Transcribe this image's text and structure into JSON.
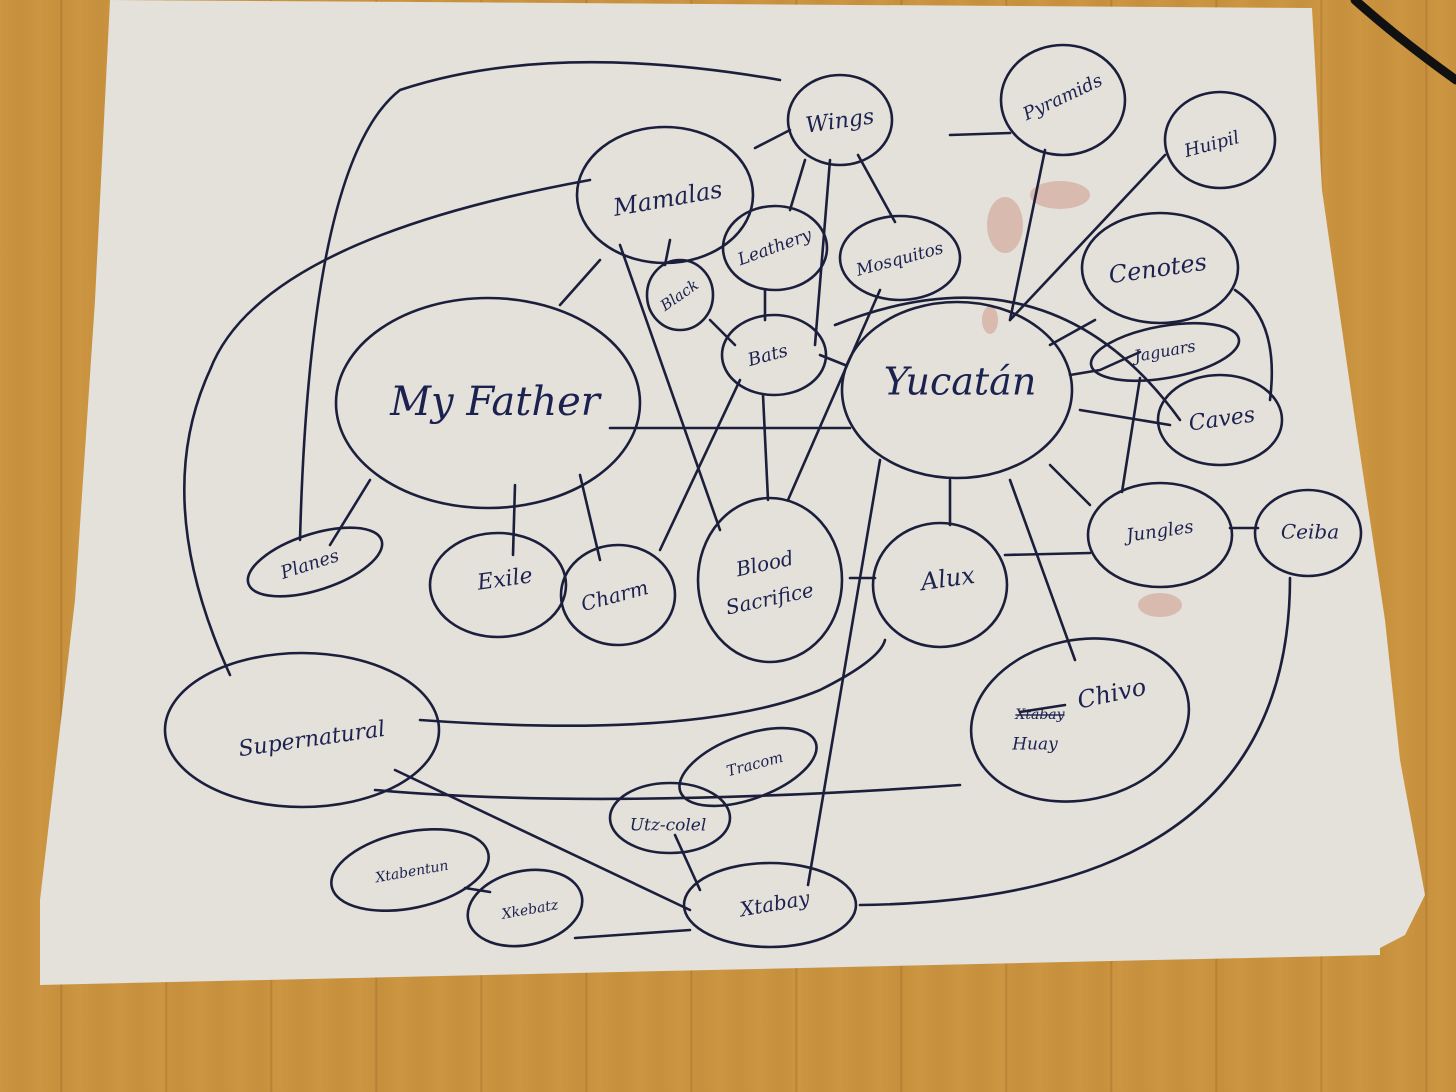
{
  "scene": {
    "description": "Hand-drawn mind map on paper lying on a wooden table",
    "colors": {
      "table": "#c8923e",
      "paper": "#e4e0da",
      "ink": "#1b1f3b",
      "stain": "#c98b78"
    }
  },
  "nodes": {
    "my_father": {
      "label": "My Father"
    },
    "yucatan": {
      "label": "Yucatán"
    },
    "mamalas": {
      "label": "Mamalas"
    },
    "wings": {
      "label": "Wings"
    },
    "leathery": {
      "label": "Leathery"
    },
    "mosquitos": {
      "label": "Mosquitos"
    },
    "black": {
      "label": "Black"
    },
    "bats": {
      "label": "Bats"
    },
    "pyramids": {
      "label": "Pyramids"
    },
    "huipil": {
      "label": "Huipil"
    },
    "cenotes": {
      "label": "Cenotes"
    },
    "jaguars": {
      "label": "Jaguars"
    },
    "caves": {
      "label": "Caves"
    },
    "jungles": {
      "label": "Jungles"
    },
    "ceiba": {
      "label": "Ceiba"
    },
    "alux": {
      "label": "Alux"
    },
    "blood_sacrifice": {
      "label_line1": "Blood",
      "label_line2": "Sacrifice"
    },
    "charm": {
      "label": "Charm"
    },
    "exile": {
      "label": "Exile"
    },
    "planes": {
      "label": "Planes"
    },
    "supernatural": {
      "label": "Supernatural"
    },
    "huay_chivo": {
      "label_struck": "Xtabay",
      "label_line1": "Huay",
      "label_line2": "Chivo"
    },
    "tracom": {
      "label": "Tracom"
    },
    "utz_colel": {
      "label": "Utz-colel"
    },
    "xtabentun": {
      "label": "Xtabentun"
    },
    "xkebatz": {
      "label": "Xkebatz"
    },
    "xtabay": {
      "label": "Xtabay"
    }
  },
  "edges": [
    [
      "my_father",
      "yucatan"
    ],
    [
      "my_father",
      "mamalas"
    ],
    [
      "my_father",
      "planes"
    ],
    [
      "my_father",
      "exile"
    ],
    [
      "my_father",
      "charm"
    ],
    [
      "mamalas",
      "wings"
    ],
    [
      "mamalas",
      "black"
    ],
    [
      "mamalas",
      "blood_sacrifice"
    ],
    [
      "wings",
      "leathery"
    ],
    [
      "wings",
      "mosquitos"
    ],
    [
      "wings",
      "bats"
    ],
    [
      "wings",
      "planes"
    ],
    [
      "leathery",
      "bats"
    ],
    [
      "black",
      "bats"
    ],
    [
      "bats",
      "yucatan"
    ],
    [
      "bats",
      "charm"
    ],
    [
      "bats",
      "blood_sacrifice"
    ],
    [
      "mosquitos",
      "blood_sacrifice"
    ],
    [
      "yucatan",
      "pyramids"
    ],
    [
      "yucatan",
      "huipil"
    ],
    [
      "yucatan",
      "cenotes"
    ],
    [
      "yucatan",
      "jaguars"
    ],
    [
      "yucatan",
      "caves"
    ],
    [
      "yucatan",
      "jungles"
    ],
    [
      "yucatan",
      "alux"
    ],
    [
      "yucatan",
      "huay_chivo"
    ],
    [
      "yucatan",
      "xtabay"
    ],
    [
      "cenotes",
      "caves"
    ],
    [
      "jaguars",
      "jungles"
    ],
    [
      "jungles",
      "ceiba"
    ],
    [
      "jungles",
      "alux"
    ],
    [
      "alux",
      "blood_sacrifice"
    ],
    [
      "alux",
      "supernatural"
    ],
    [
      "supernatural",
      "mamalas"
    ],
    [
      "supernatural",
      "huay_chivo"
    ],
    [
      "supernatural",
      "xtabay"
    ],
    [
      "utz_colel",
      "tracom"
    ],
    [
      "utz_colel",
      "xtabay"
    ],
    [
      "xtabentun",
      "xkebatz"
    ],
    [
      "xkebatz",
      "xtabay"
    ],
    [
      "ceiba",
      "xtabay"
    ],
    [
      "pyramids",
      "mamalas"
    ]
  ]
}
